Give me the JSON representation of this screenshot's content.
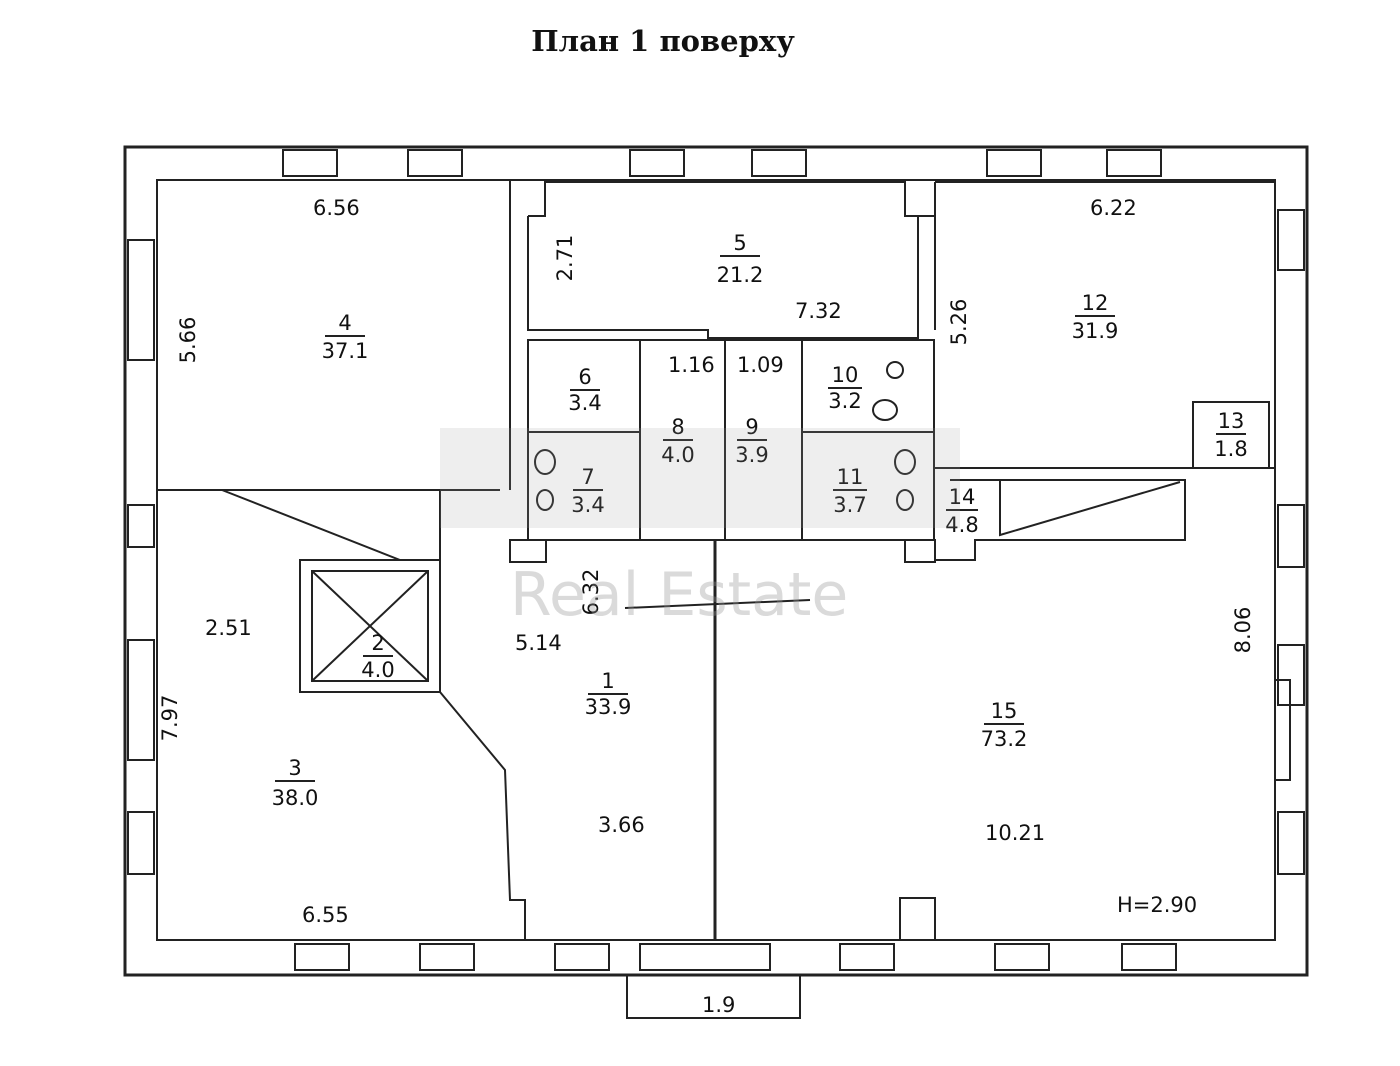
{
  "title": "План 1 поверху",
  "rooms": [
    {
      "id": "1",
      "area": "33.9"
    },
    {
      "id": "2",
      "area": "4.0"
    },
    {
      "id": "3",
      "area": "38.0"
    },
    {
      "id": "4",
      "area": "37.1"
    },
    {
      "id": "5",
      "area": "21.2"
    },
    {
      "id": "6",
      "area": "3.4"
    },
    {
      "id": "7",
      "area": "3.4"
    },
    {
      "id": "8",
      "area": "4.0"
    },
    {
      "id": "9",
      "area": "3.9"
    },
    {
      "id": "10",
      "area": "3.2"
    },
    {
      "id": "11",
      "area": "3.7"
    },
    {
      "id": "12",
      "area": "31.9"
    },
    {
      "id": "13",
      "area": "1.8"
    },
    {
      "id": "14",
      "area": "4.8"
    },
    {
      "id": "15",
      "area": "73.2"
    }
  ],
  "dimensions": [
    "6.56",
    "5.66",
    "2.71",
    "7.32",
    "6.22",
    "5.26",
    "1.16",
    "1.09",
    "6.32",
    "2.51",
    "5.14",
    "7.97",
    "8.06",
    "3.66",
    "10.21",
    "6.55",
    "1.9"
  ],
  "ceiling_height": "H=2.90",
  "watermark": "Real Estate"
}
